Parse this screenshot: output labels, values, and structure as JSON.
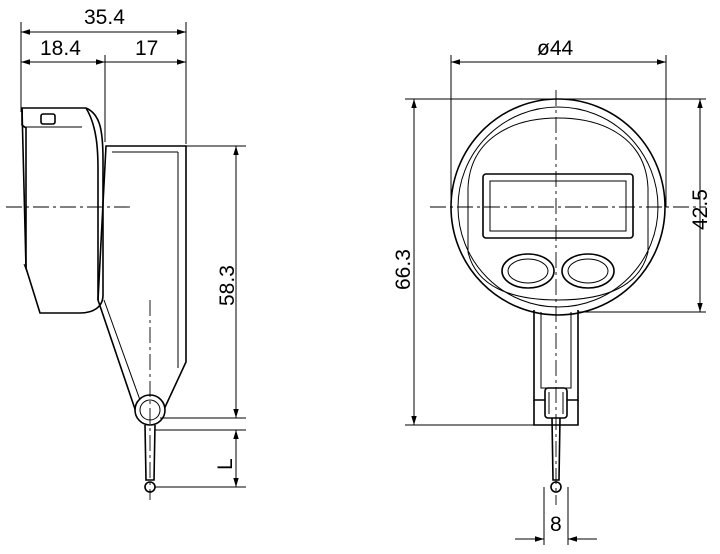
{
  "dimensions": {
    "side_overall_width": "35.4",
    "side_body_width": "18.4",
    "side_arm_width": "17",
    "side_arm_height": "58.3",
    "side_probe_length": "L",
    "front_diameter": "ø44",
    "front_total_height": "66.3",
    "front_center_height": "42.5",
    "front_tip_width": "8"
  }
}
